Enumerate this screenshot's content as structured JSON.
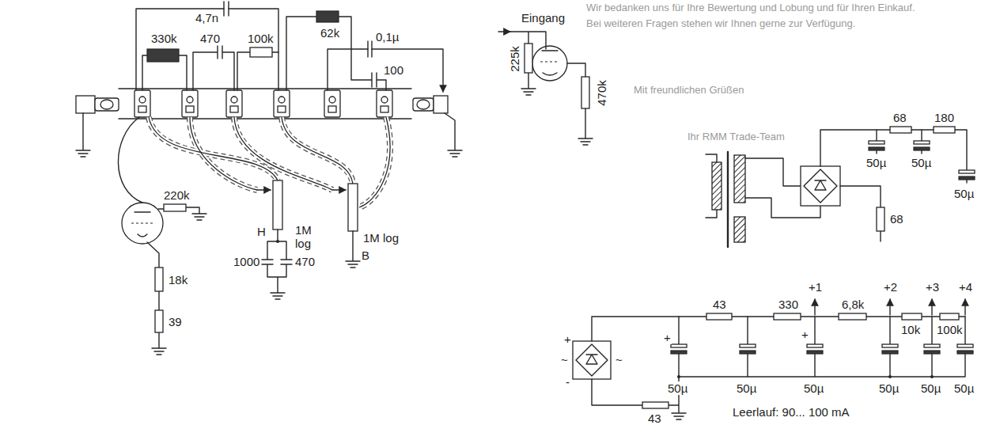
{
  "diagram": {
    "labels": [
      "Wir bedanken uns für Ihre Bewertung und Lobung und für Ihren Einkauf.",
      "Bei weiteren Fragen stehen wir Ihnen gerne zur Verfügung.",
      "Mit freundlichen Grüßen",
      "Ihr RMM Trade-Team",
      "4,7n",
      "470",
      "100k",
      "330k",
      "62k",
      "0,1µ",
      "100",
      "Eingang",
      "225k",
      "470k",
      "220k",
      "18k",
      "39",
      "H",
      "1M log",
      "1000",
      "470",
      "1M log",
      "B",
      "68",
      "180",
      "50µ",
      "50µ",
      "50µ",
      "68",
      "+",
      "~",
      "~",
      "-",
      "43",
      "330",
      "6,8k",
      "10k",
      "100k",
      "+1",
      "+2",
      "+3",
      "+4",
      "+",
      "+",
      "50µ",
      "50µ",
      "50µ",
      "50µ",
      "50µ",
      "50µ",
      "43",
      "Leerlauf: 90... 100 mA"
    ]
  }
}
